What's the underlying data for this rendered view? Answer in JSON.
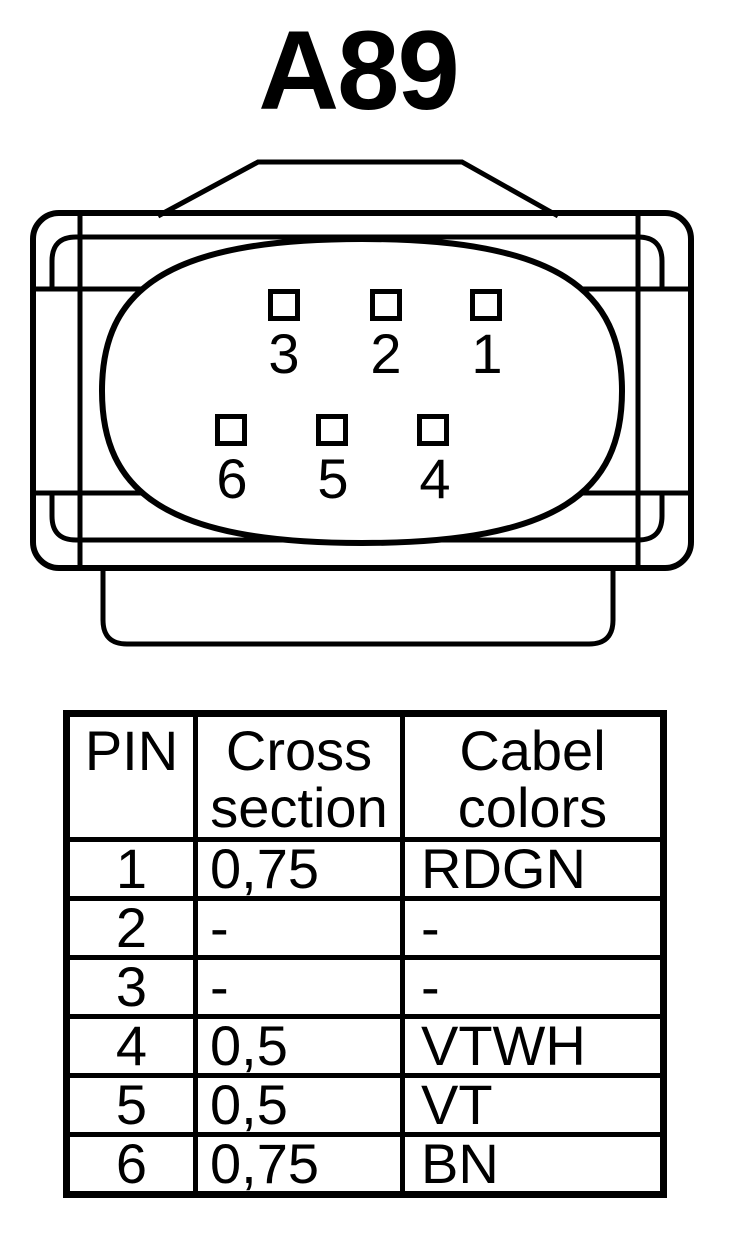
{
  "title": "A89",
  "colors": {
    "line": "#000000",
    "background": "#ffffff"
  },
  "connector": {
    "pin_count": 6,
    "pins": [
      {
        "label": "3"
      },
      {
        "label": "2"
      },
      {
        "label": "1"
      },
      {
        "label": "6"
      },
      {
        "label": "5"
      },
      {
        "label": "4"
      }
    ]
  },
  "table": {
    "headers": [
      "PIN",
      "Cross section",
      "Cabel colors"
    ],
    "rows": [
      [
        "1",
        "0,75",
        "RDGN"
      ],
      [
        "2",
        "-",
        "-"
      ],
      [
        "3",
        "-",
        "-"
      ],
      [
        "4",
        "0,5",
        "VTWH"
      ],
      [
        "5",
        "0,5",
        "VT"
      ],
      [
        "6",
        "0,75",
        "BN"
      ]
    ]
  }
}
